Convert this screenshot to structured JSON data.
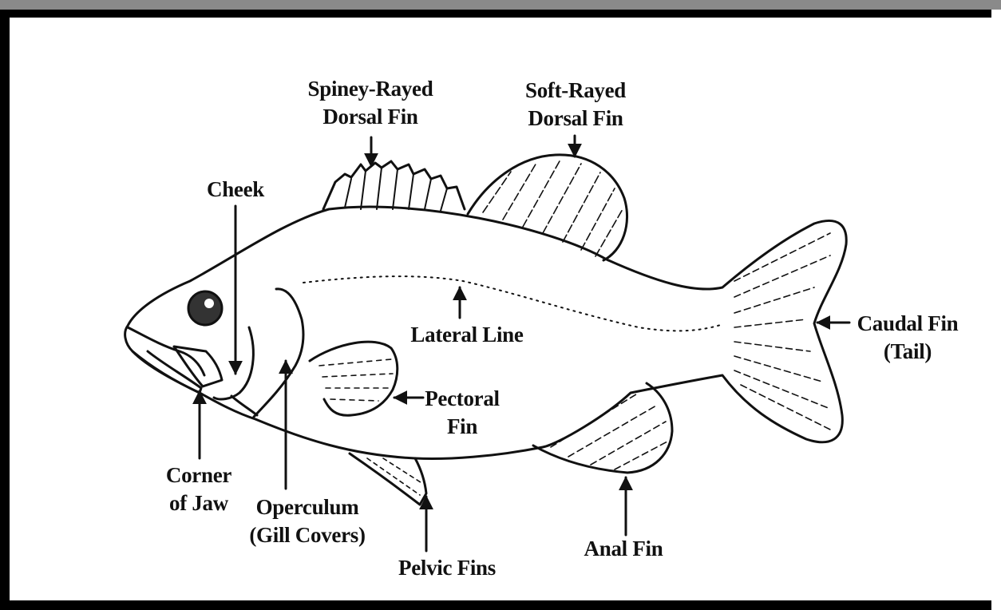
{
  "labels": {
    "spiney_dorsal": [
      "Spiney-Rayed",
      "Dorsal Fin"
    ],
    "soft_dorsal": [
      "Soft-Rayed",
      "Dorsal Fin"
    ],
    "cheek": "Cheek",
    "lateral_line": "Lateral Line",
    "pectoral": [
      "Pectoral",
      "Fin"
    ],
    "caudal": [
      "Caudal Fin",
      "(Tail)"
    ],
    "corner_jaw": [
      "Corner",
      "of Jaw"
    ],
    "operculum": [
      "Operculum",
      "(Gill Covers)"
    ],
    "pelvic": "Pelvic Fins",
    "anal": "Anal Fin"
  },
  "colors": {
    "ink": "#111111",
    "frame": "#000000",
    "page": "#ffffff",
    "eye_fill": "#333333"
  }
}
